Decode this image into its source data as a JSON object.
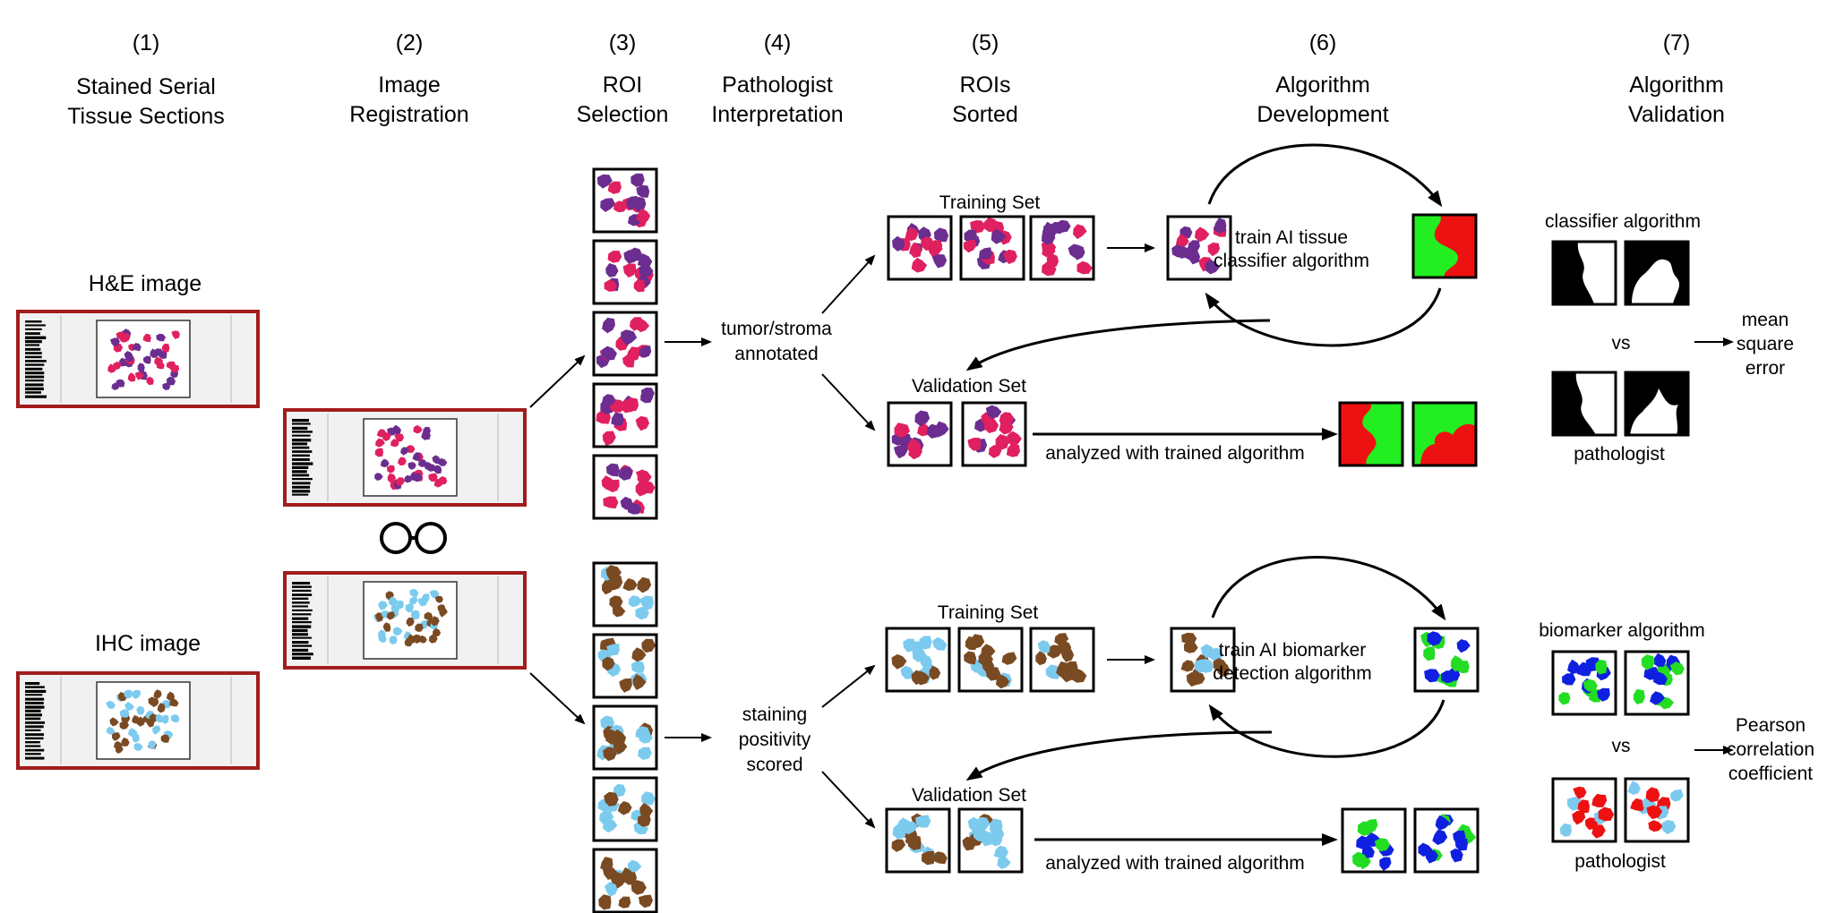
{
  "steps": [
    {
      "num": "(1)",
      "lines": [
        "Stained Serial",
        "Tissue Sections"
      ]
    },
    {
      "num": "(2)",
      "lines": [
        "Image",
        "Registration"
      ]
    },
    {
      "num": "(3)",
      "lines": [
        "ROI",
        "Selection"
      ]
    },
    {
      "num": "(4)",
      "lines": [
        "Pathologist",
        "Interpretation"
      ]
    },
    {
      "num": "(5)",
      "lines": [
        "ROIs",
        "Sorted"
      ]
    },
    {
      "num": "(6)",
      "lines": [
        "Algorithm",
        "Development"
      ]
    },
    {
      "num": "(7)",
      "lines": [
        "Algorithm",
        "Validation"
      ]
    }
  ],
  "slides": {
    "he_label": "H&E image",
    "ihc_label": "IHC image"
  },
  "workflows": {
    "he": {
      "annotation": [
        "tumor/stroma",
        "annotated"
      ],
      "training_set": "Training Set",
      "validation_set": "Validation Set",
      "train": [
        "train AI tissue",
        "classifier algorithm"
      ],
      "analyzed": "analyzed with trained algorithm",
      "algorithm_label": "classifier algorithm",
      "vs": "vs",
      "reference_label": "pathologist",
      "metric": [
        "mean",
        "square",
        "error"
      ]
    },
    "ihc": {
      "annotation": [
        "staining",
        "positivity",
        "scored"
      ],
      "training_set": "Training Set",
      "validation_set": "Validation Set",
      "train": [
        "train AI biomarker",
        "detection algorithm"
      ],
      "analyzed": "analyzed with trained algorithm",
      "algorithm_label": "biomarker algorithm",
      "vs": "vs",
      "reference_label": "pathologist",
      "metric": [
        "Pearson",
        "correlation",
        "coefficient"
      ]
    }
  },
  "colors": {
    "slide_border": "#a31c1c",
    "he_nucleus": "#6b2d8f",
    "he_pink": "#e0205f",
    "ihc_brown": "#7a4a22",
    "ihc_blue": "#7ccbef",
    "mask_red": "#ee1111",
    "mask_green": "#22ee22",
    "detect_blue": "#1020e0",
    "detect_green": "#22dd22"
  }
}
